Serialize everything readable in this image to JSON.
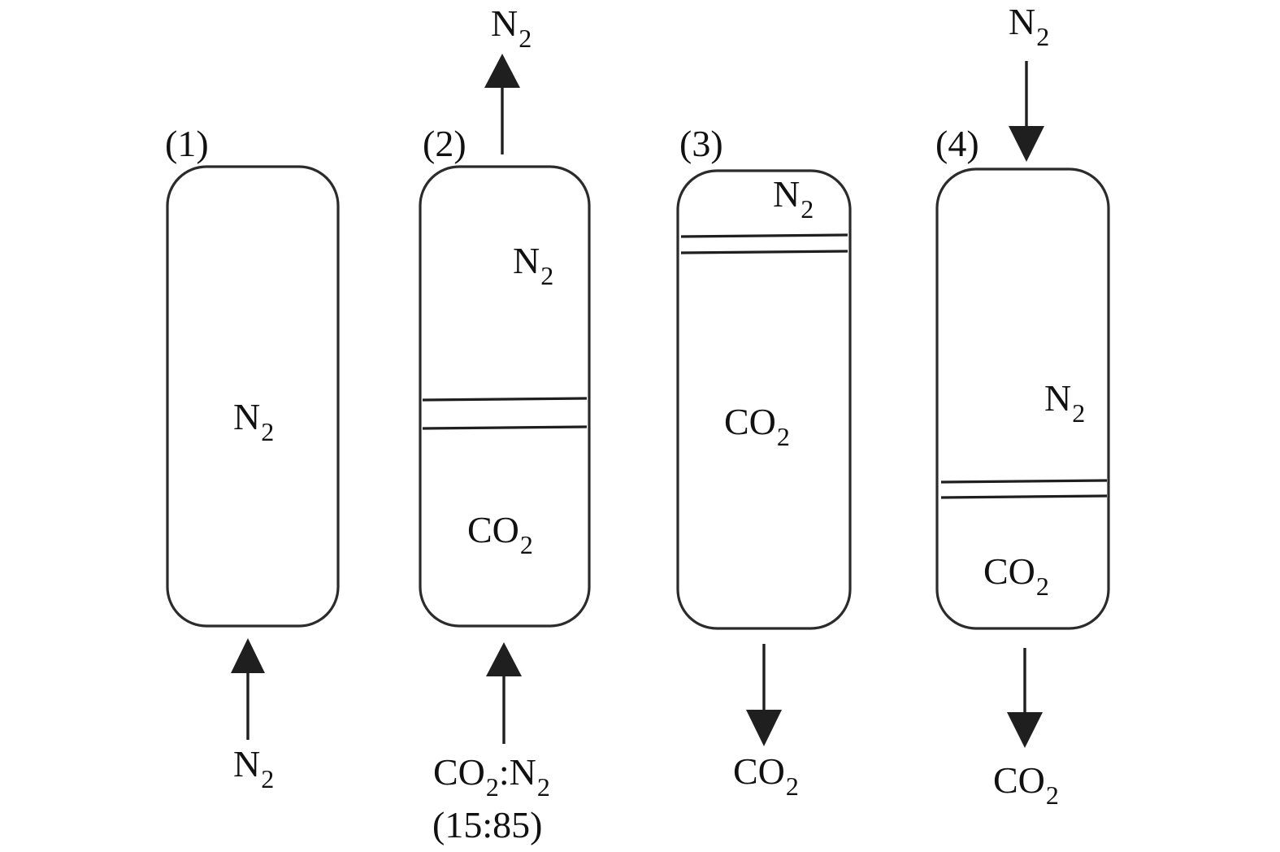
{
  "colors": {
    "stroke": "#2b2b2b",
    "text": "#111111",
    "background": "#ffffff"
  },
  "columns": [
    {
      "step_label": "(1)",
      "inside_labels": [
        {
          "base": "N",
          "sub": "2"
        }
      ],
      "bottom_arrow": {
        "direction": "in",
        "label": {
          "base": "N",
          "sub": "2"
        }
      }
    },
    {
      "step_label": "(2)",
      "inside_labels": [
        {
          "base": "N",
          "sub": "2"
        },
        {
          "base": "CO",
          "sub": "2"
        }
      ],
      "top_arrow": {
        "direction": "out",
        "label": {
          "base": "N",
          "sub": "2"
        }
      },
      "bottom_arrow": {
        "direction": "in",
        "label": {
          "base": "CO",
          "sub": "2",
          "mid": ":N",
          "sub2": "2"
        },
        "label_line2": "(15:85)"
      }
    },
    {
      "step_label": "(3)",
      "inside_labels": [
        {
          "base": "N",
          "sub": "2"
        },
        {
          "base": "CO",
          "sub": "2"
        }
      ],
      "bottom_arrow": {
        "direction": "out",
        "label": {
          "base": "CO",
          "sub": "2"
        }
      }
    },
    {
      "step_label": "(4)",
      "inside_labels": [
        {
          "base": "N",
          "sub": "2"
        },
        {
          "base": "CO",
          "sub": "2"
        }
      ],
      "top_arrow": {
        "direction": "in",
        "label": {
          "base": "N",
          "sub": "2"
        }
      },
      "bottom_arrow": {
        "direction": "out",
        "label": {
          "base": "CO",
          "sub": "2"
        }
      }
    }
  ]
}
